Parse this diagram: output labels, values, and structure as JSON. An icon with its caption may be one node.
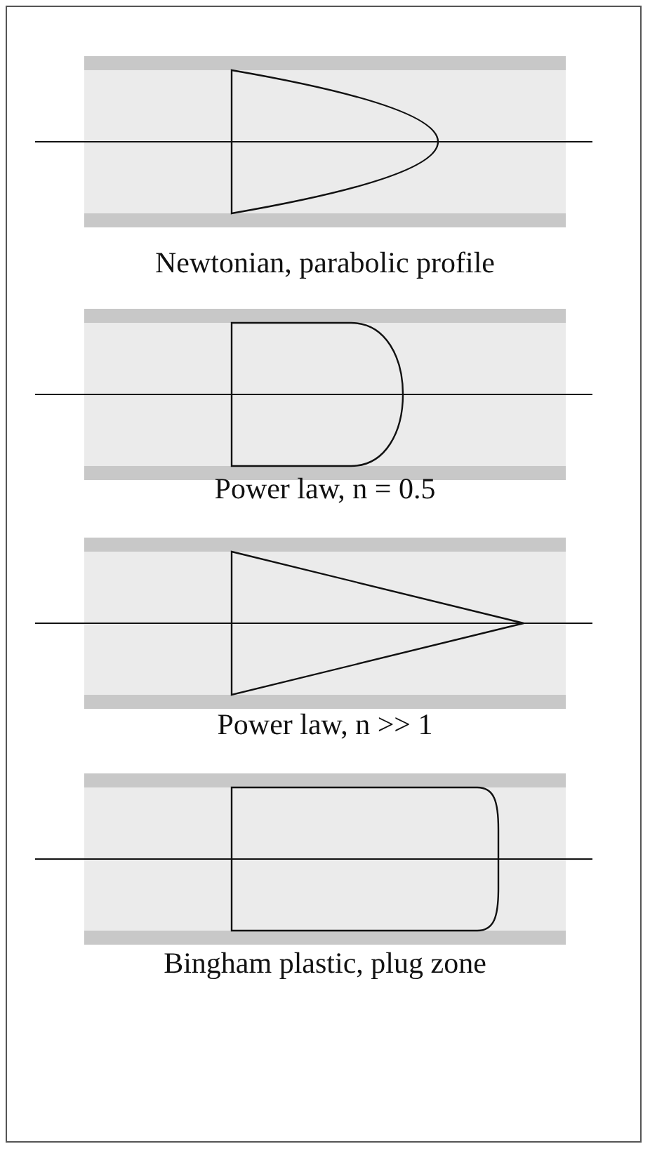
{
  "diagram": {
    "labels": [
      "Newtonian, parabolic profile",
      "Power law, n = 0.5",
      "Power law, n >> 1",
      "Bingham plastic, plug zone"
    ]
  }
}
